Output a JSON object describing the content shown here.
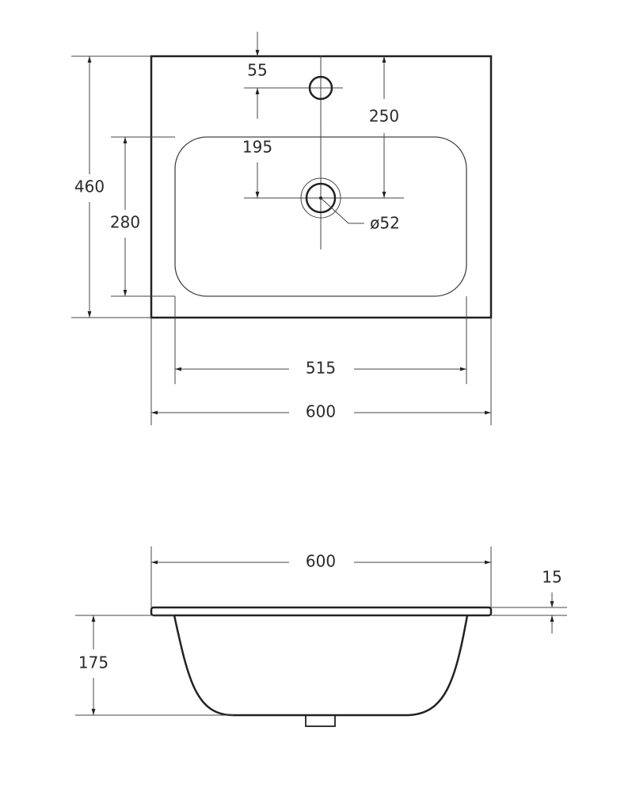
{
  "top_view": {
    "dim_width_total": "600",
    "dim_width_basin": "515",
    "dim_depth_total": "460",
    "dim_depth_basin": "280",
    "dim_tap_offset": "55",
    "dim_drain_offset": "195",
    "dim_tap_to_drain": "250",
    "dim_drain_diameter": "ø52"
  },
  "side_view": {
    "dim_width_total": "600",
    "dim_slab_thickness": "15",
    "dim_bowl_height": "175"
  },
  "colors": {
    "line": "#222222"
  }
}
